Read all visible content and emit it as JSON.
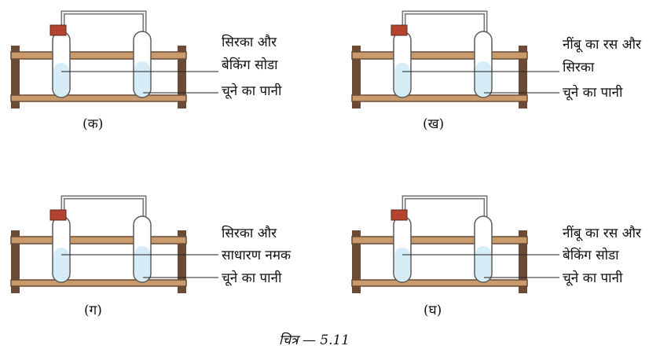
{
  "panels": [
    {
      "caption": "(क)",
      "labels": [
        "सिरका और",
        "बेकिंग सोडा",
        "चूने का पानी"
      ]
    },
    {
      "caption": "(ख)",
      "labels": [
        "नींबू का रस और",
        "सिरका",
        "चूने का पानी"
      ]
    },
    {
      "caption": "(ग)",
      "labels": [
        "सिरका और",
        "साधारण नमक",
        "चूने का पानी"
      ]
    },
    {
      "caption": "(घ)",
      "labels": [
        "नींबू का रस और",
        "बेकिंग सोडा",
        "चूने का पानी"
      ]
    }
  ],
  "figure_caption": "चित्र — 5.11",
  "colors": {
    "rack_wood": "#6b4a36",
    "rack_rail": "#c99a6b",
    "tube_liquid": "#d6ecf7",
    "tube_outline": "#5a5a5a",
    "stopper": "#b5432f",
    "pipe": "#777777"
  }
}
